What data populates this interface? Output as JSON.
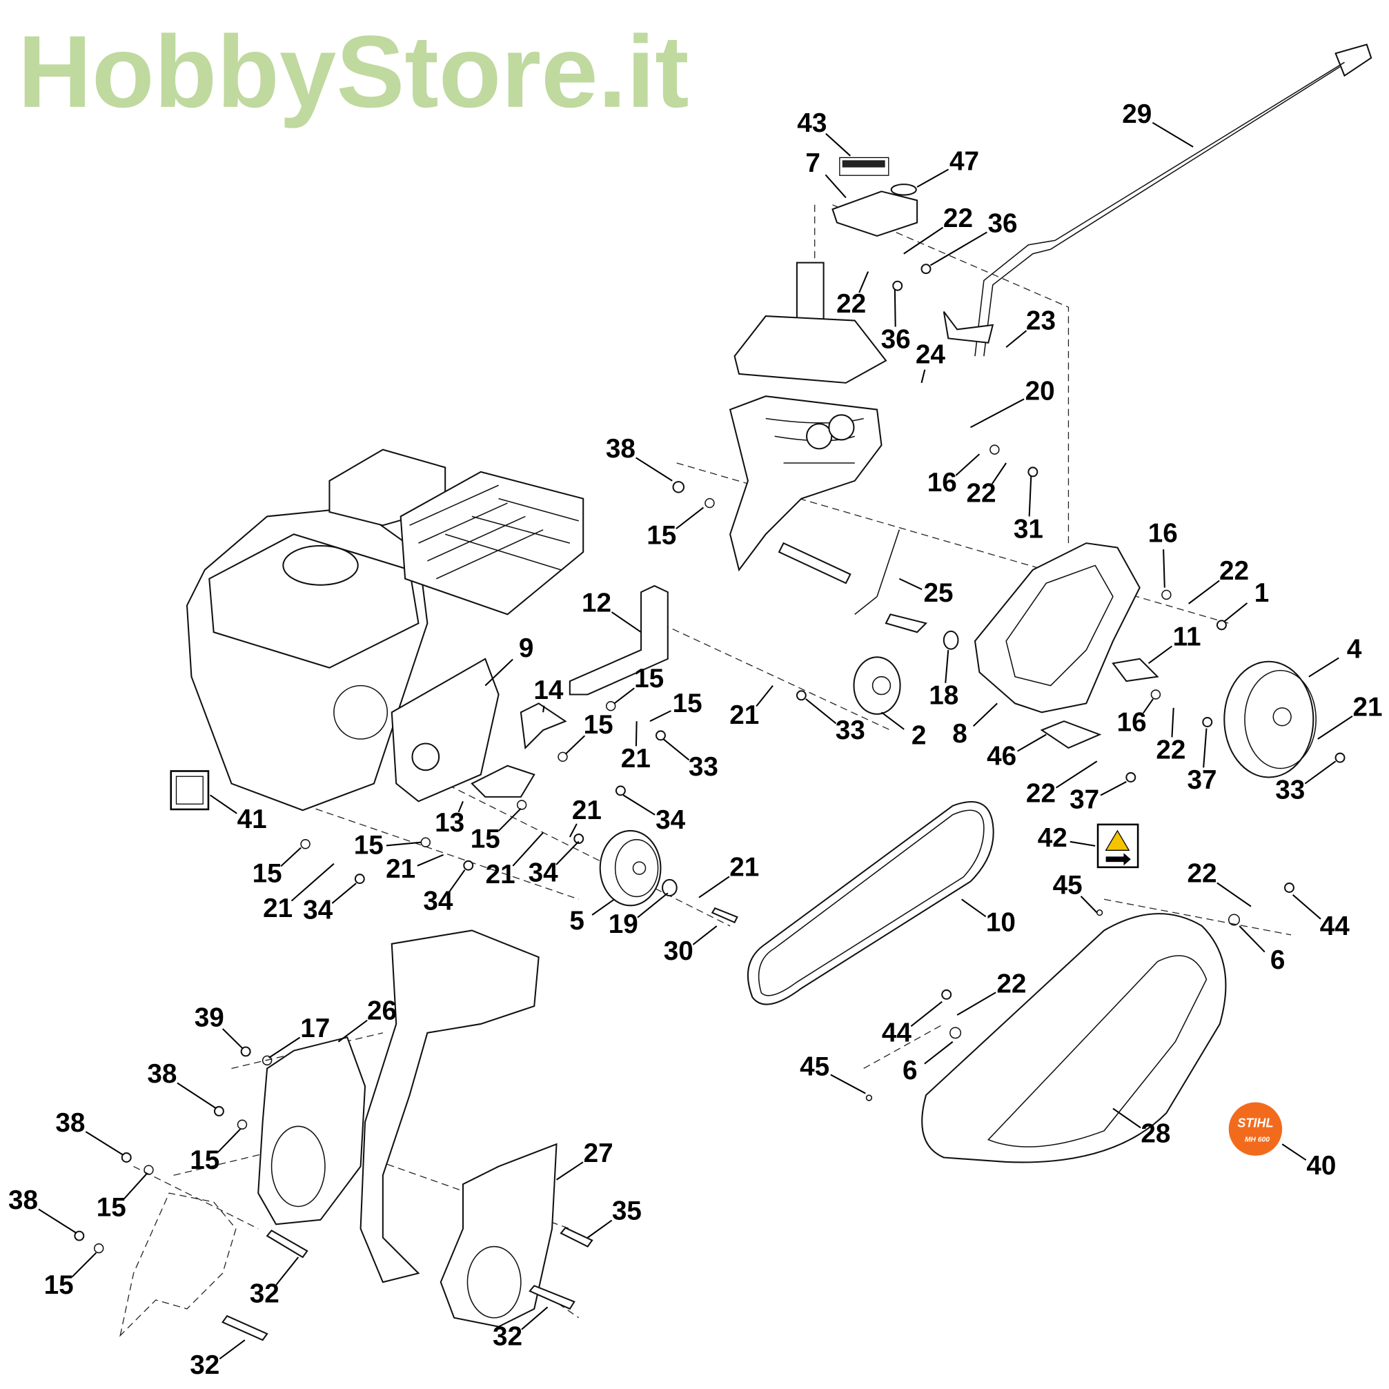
{
  "title": "Exploded parts diagram - gearbox, belt drive and engine mounting",
  "watermark": "HobbyStore.it",
  "logo": {
    "brand": "STIHL",
    "model": "MH 600",
    "color": "#f26b1d"
  },
  "callouts": [
    "43",
    "7",
    "47",
    "29",
    "22",
    "36",
    "22",
    "36",
    "23",
    "24",
    "20",
    "16",
    "22",
    "31",
    "38",
    "15",
    "16",
    "22",
    "1",
    "25",
    "12",
    "11",
    "4",
    "9",
    "14",
    "15",
    "15",
    "21",
    "33",
    "18",
    "2",
    "8",
    "21",
    "16",
    "22",
    "37",
    "46",
    "15",
    "21",
    "33",
    "33",
    "22",
    "37",
    "41",
    "34",
    "13",
    "21",
    "15",
    "15",
    "42",
    "15",
    "21",
    "21",
    "34",
    "21",
    "21",
    "34",
    "34",
    "5",
    "19",
    "10",
    "45",
    "22",
    "44",
    "6",
    "30",
    "22",
    "44",
    "6",
    "45",
    "28",
    "40",
    "39",
    "17",
    "26",
    "38",
    "38",
    "15",
    "15",
    "38",
    "15",
    "27",
    "35",
    "32",
    "32",
    "32"
  ],
  "colors": {
    "watermark": "#b5d38f",
    "line": "#111111",
    "decal_yellow": "#f5c400"
  }
}
